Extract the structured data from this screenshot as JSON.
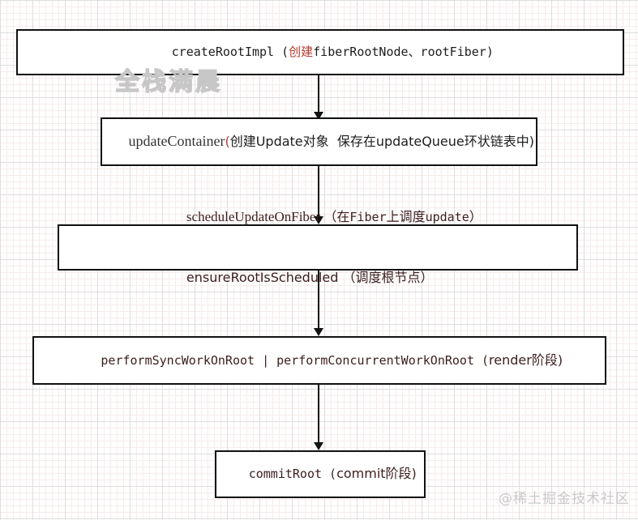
{
  "watermarks": {
    "brand": "全栈满晨",
    "community": "@稀土掘金技术社区"
  },
  "colors": {
    "box_border": "#111111",
    "text_black": "#1d1d1d",
    "text_dark_serif": "#333333",
    "text_maroon": "#3c1e1e",
    "accent_red": "#b33a2e",
    "grid_minor": "#f6eceb",
    "grid_major": "#dedede",
    "background": "#ffffff"
  },
  "flow": {
    "boxes": [
      {
        "name": "createRootImpl",
        "lines": [
          {
            "segments": [
              {
                "text": "createRootImpl ("
              },
              {
                "text": "创建"
              },
              {
                "text": "fiberRootNode、rootFiber)"
              }
            ]
          }
        ]
      },
      {
        "name": "updateContainer",
        "lines": [
          {
            "segments": [
              {
                "text": "updateContainer"
              },
              {
                "text": "("
              },
              {
                "text": "创建Update对象  保存在updateQueue环状链表中)"
              }
            ]
          }
        ]
      },
      {
        "name": "scheduleUpdateOnFiber-ensureRootIsScheduled",
        "lines": [
          {
            "segments": [
              {
                "text": "scheduleUpdateOnFiber "
              },
              {
                "text": "（在"
              },
              {
                "text": "Fiber"
              },
              {
                "text": "上调度"
              },
              {
                "text": "update"
              },
              {
                "text": "）"
              }
            ]
          },
          {
            "segments": [
              {
                "text": "ensureRootIsScheduled （调度根节点）"
              }
            ]
          }
        ]
      },
      {
        "name": "performWorkOnRoot",
        "lines": [
          {
            "segments": [
              {
                "text": "performSyncWorkOnRoot | performConcurrentWorkOnRoot ("
              },
              {
                "text": "render阶段)"
              }
            ]
          }
        ]
      },
      {
        "name": "commitRoot",
        "lines": [
          {
            "segments": [
              {
                "text": "commitRoot ("
              },
              {
                "text": "commit阶段)"
              }
            ]
          }
        ]
      }
    ]
  }
}
